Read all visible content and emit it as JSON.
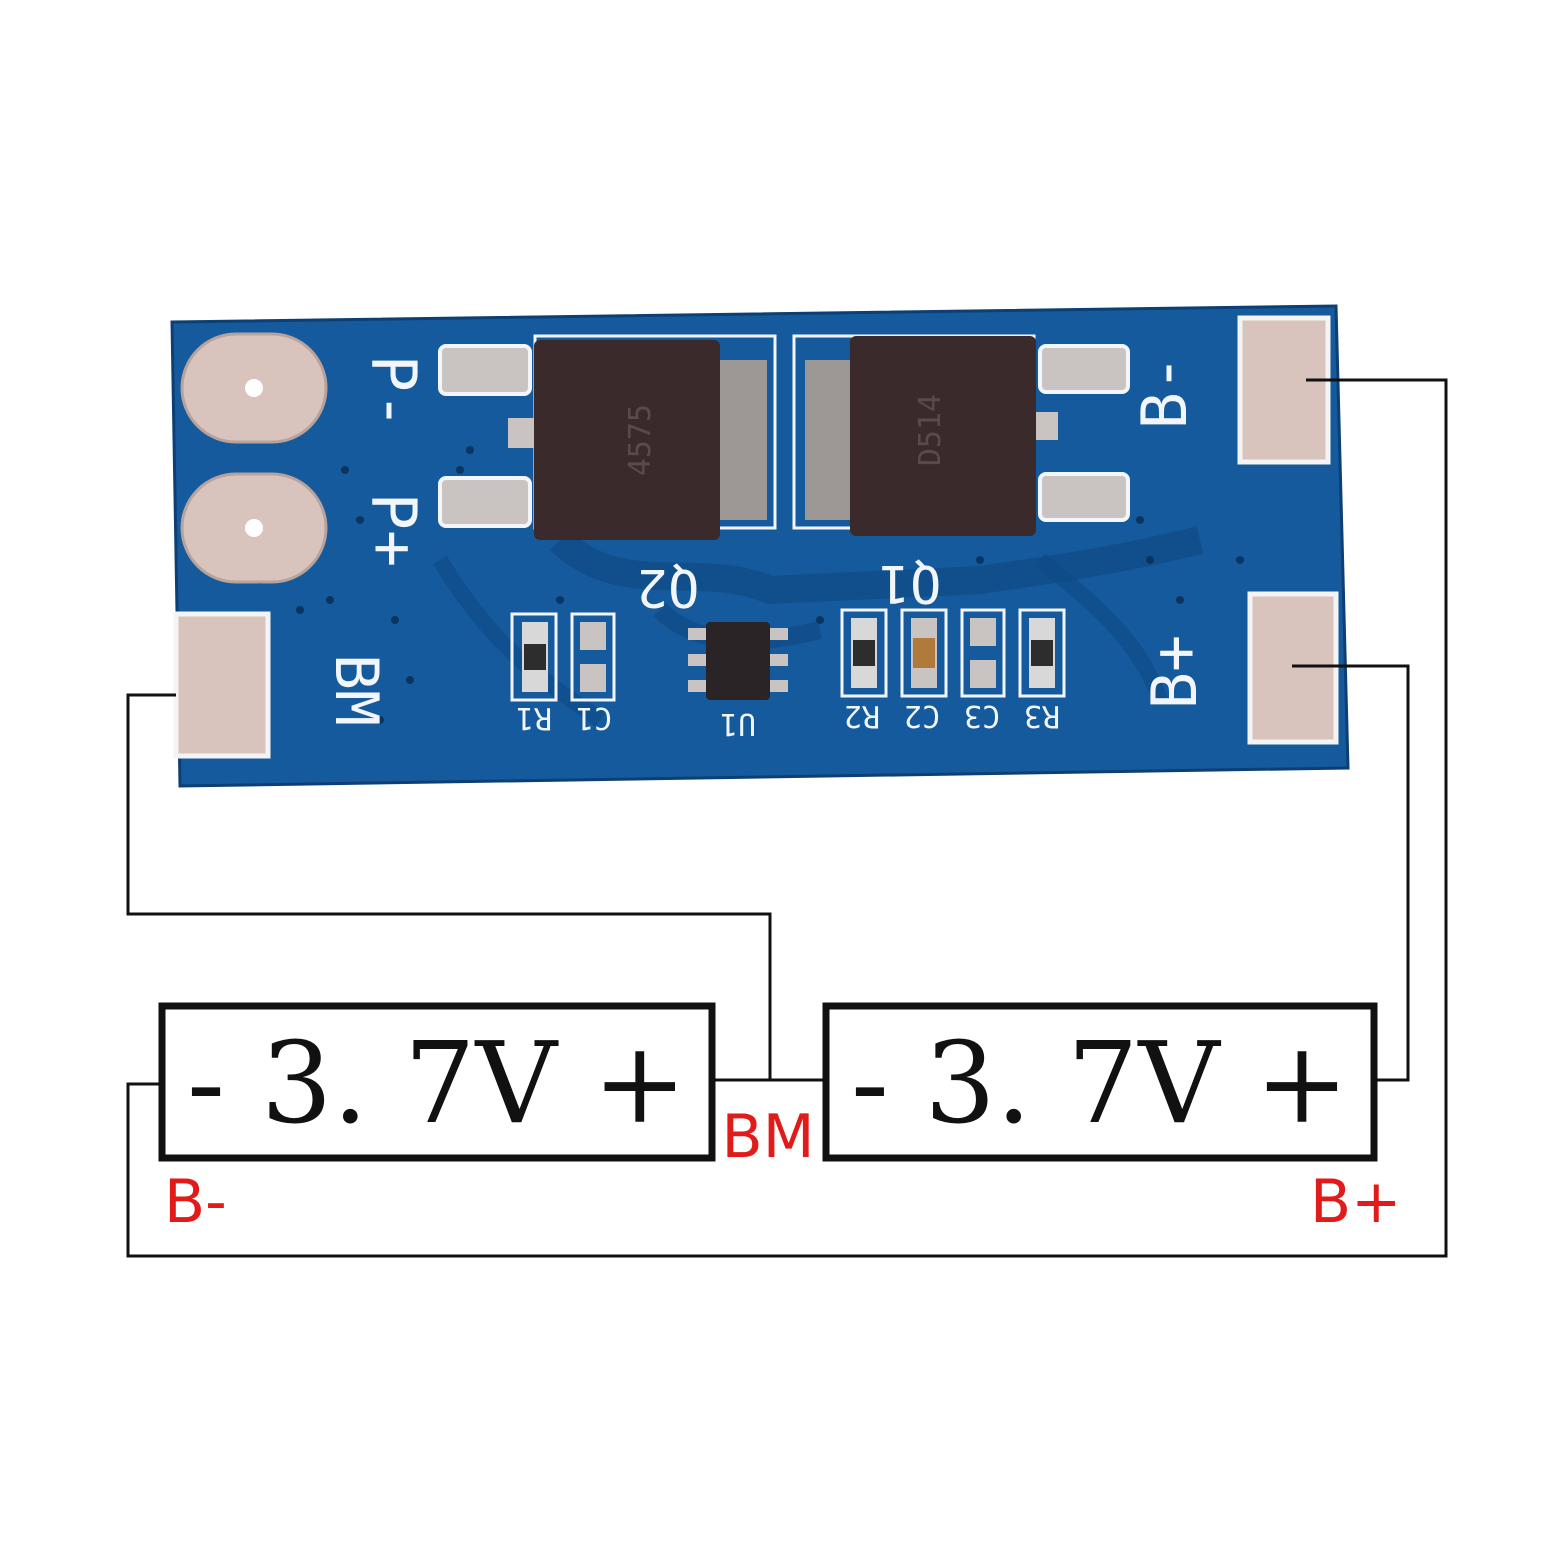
{
  "colors": {
    "pcb": "#155a9c",
    "pcb_dark": "#0e4a85",
    "pad": "#d9c4bd",
    "mosfet": "#3a2a2c",
    "wire": "#111111",
    "label_red": "#e11a1a"
  },
  "board": {
    "mosfets": [
      {
        "ref": "Q2",
        "marking": "4575"
      },
      {
        "ref": "Q1",
        "marking": "D514"
      }
    ],
    "ic": {
      "ref": "U1"
    },
    "components_left": [
      "R1",
      "C1"
    ],
    "components_right": [
      "R2",
      "C2",
      "C3",
      "R3"
    ],
    "pad_labels": {
      "p_minus": "P-",
      "p_plus": "P+",
      "bm": "BM",
      "b_minus": "B-",
      "b_plus": "B+"
    }
  },
  "cells": [
    {
      "text": "- 3. 7V +"
    },
    {
      "text": "- 3. 7V +"
    }
  ],
  "wiring_labels": {
    "bm": "BM",
    "b_minus": "B-",
    "b_plus": "B+"
  }
}
